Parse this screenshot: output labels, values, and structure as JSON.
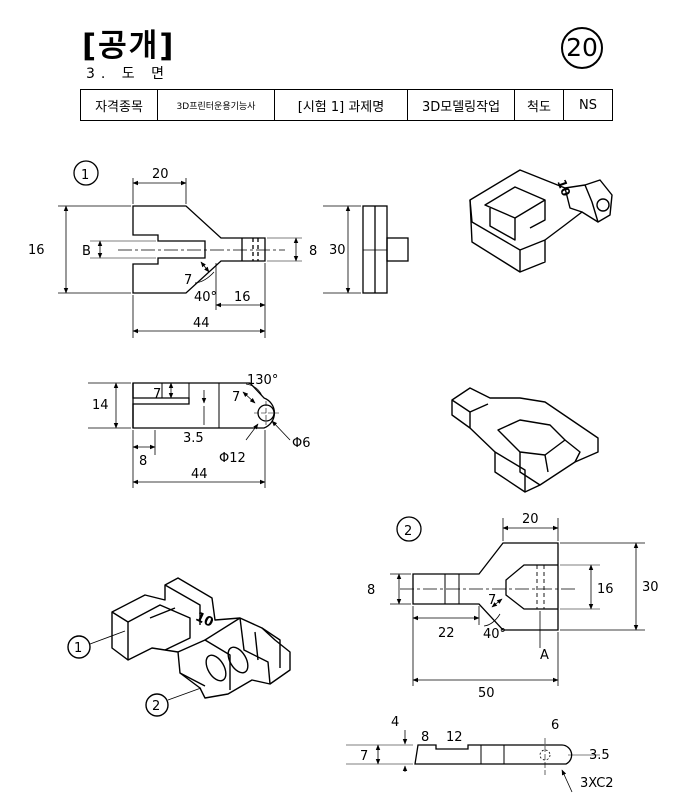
{
  "header": {
    "title": "[공개]",
    "subtitle": "3. 도 면",
    "sheet_number": "20"
  },
  "info_table": {
    "cells": [
      "자격종목",
      "3D프린터운용기능사",
      "[시험 1] 과제명",
      "3D모델링작업",
      "척도",
      "NS"
    ]
  },
  "part1": {
    "label": "1",
    "top_view": {
      "dim_width": "20",
      "dim_height": "16",
      "dim_b": "B",
      "dim_neck": "8",
      "dim_chamfer": "7",
      "dim_angle": "40°",
      "dim_arm": "16",
      "dim_total": "44"
    },
    "side_view": {
      "dim_height": "30"
    },
    "front_view": {
      "dim_height": "14",
      "dim_step": "7",
      "dim_slot": "3.5",
      "dim_angle": "130°",
      "dim_chamfer": "7",
      "dim_offset": "8",
      "dim_total": "44",
      "dim_hole_small": "Φ6",
      "dim_hole_large": "Φ12"
    }
  },
  "part2": {
    "label": "2",
    "top_view": {
      "dim_width": "20",
      "dim_height": "30",
      "dim_inner": "16",
      "dim_neck": "8",
      "dim_arm": "22",
      "dim_chamfer": "7",
      "dim_angle": "40°",
      "dim_a": "A",
      "dim_total": "50"
    },
    "front_view": {
      "dim_depth": "4",
      "dim_step": "8",
      "dim_slot": "12",
      "dim_right": "6",
      "dim_height": "7",
      "dim_half": "3.5",
      "dim_chamfer": "3XC2"
    }
  },
  "assembly": {
    "callout_1": "1",
    "callout_2": "2",
    "engraving": "10"
  },
  "iso1": {
    "engraving": "10"
  }
}
